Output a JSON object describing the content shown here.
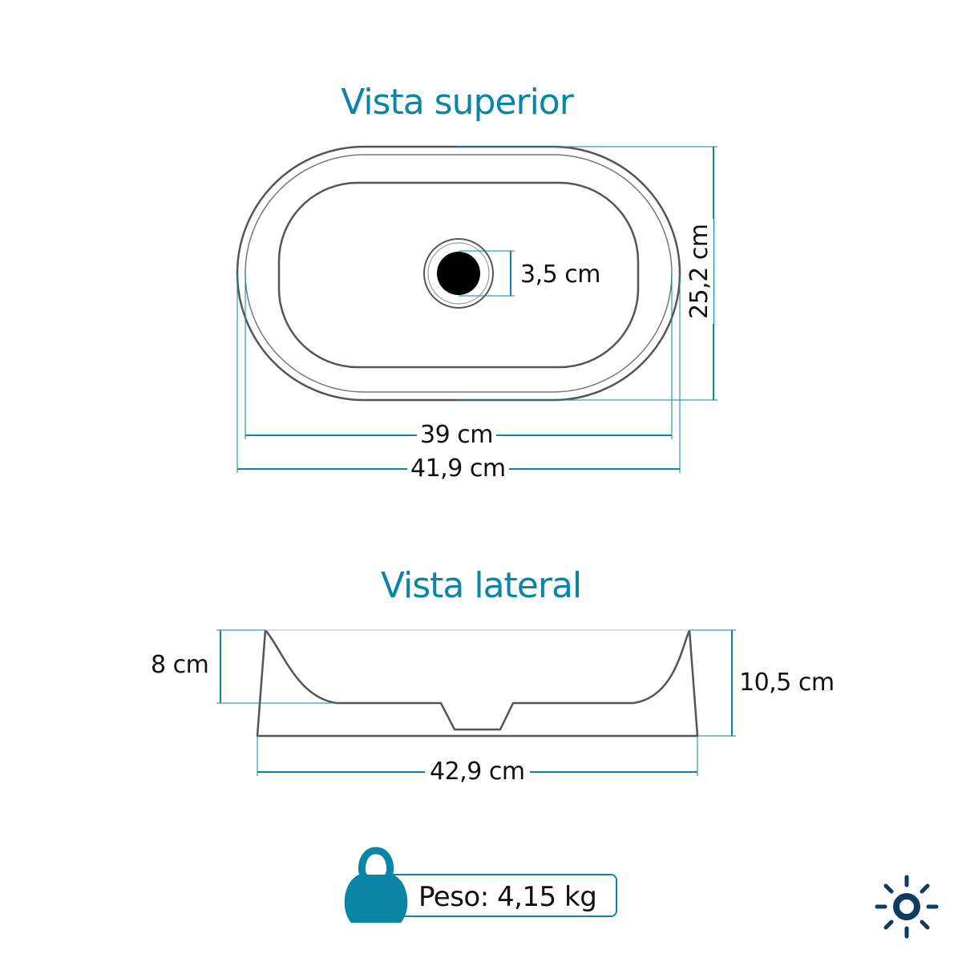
{
  "titles": {
    "top_view": "Vista superior",
    "side_view": "Vista lateral"
  },
  "dimensions": {
    "drain_diameter": "3,5 cm",
    "top_depth": "25,2 cm",
    "inner_width": "39 cm",
    "outer_width": "41,9 cm",
    "inner_height": "8 cm",
    "outer_height": "10,5 cm",
    "side_width": "42,9 cm"
  },
  "weight": {
    "label": "Peso: 4,15 kg",
    "icon": "weight-icon"
  },
  "icons": {
    "corner": "sun-icon"
  },
  "colors": {
    "accent": "#0a85a6",
    "outline": "#555555",
    "text": "#111111"
  }
}
